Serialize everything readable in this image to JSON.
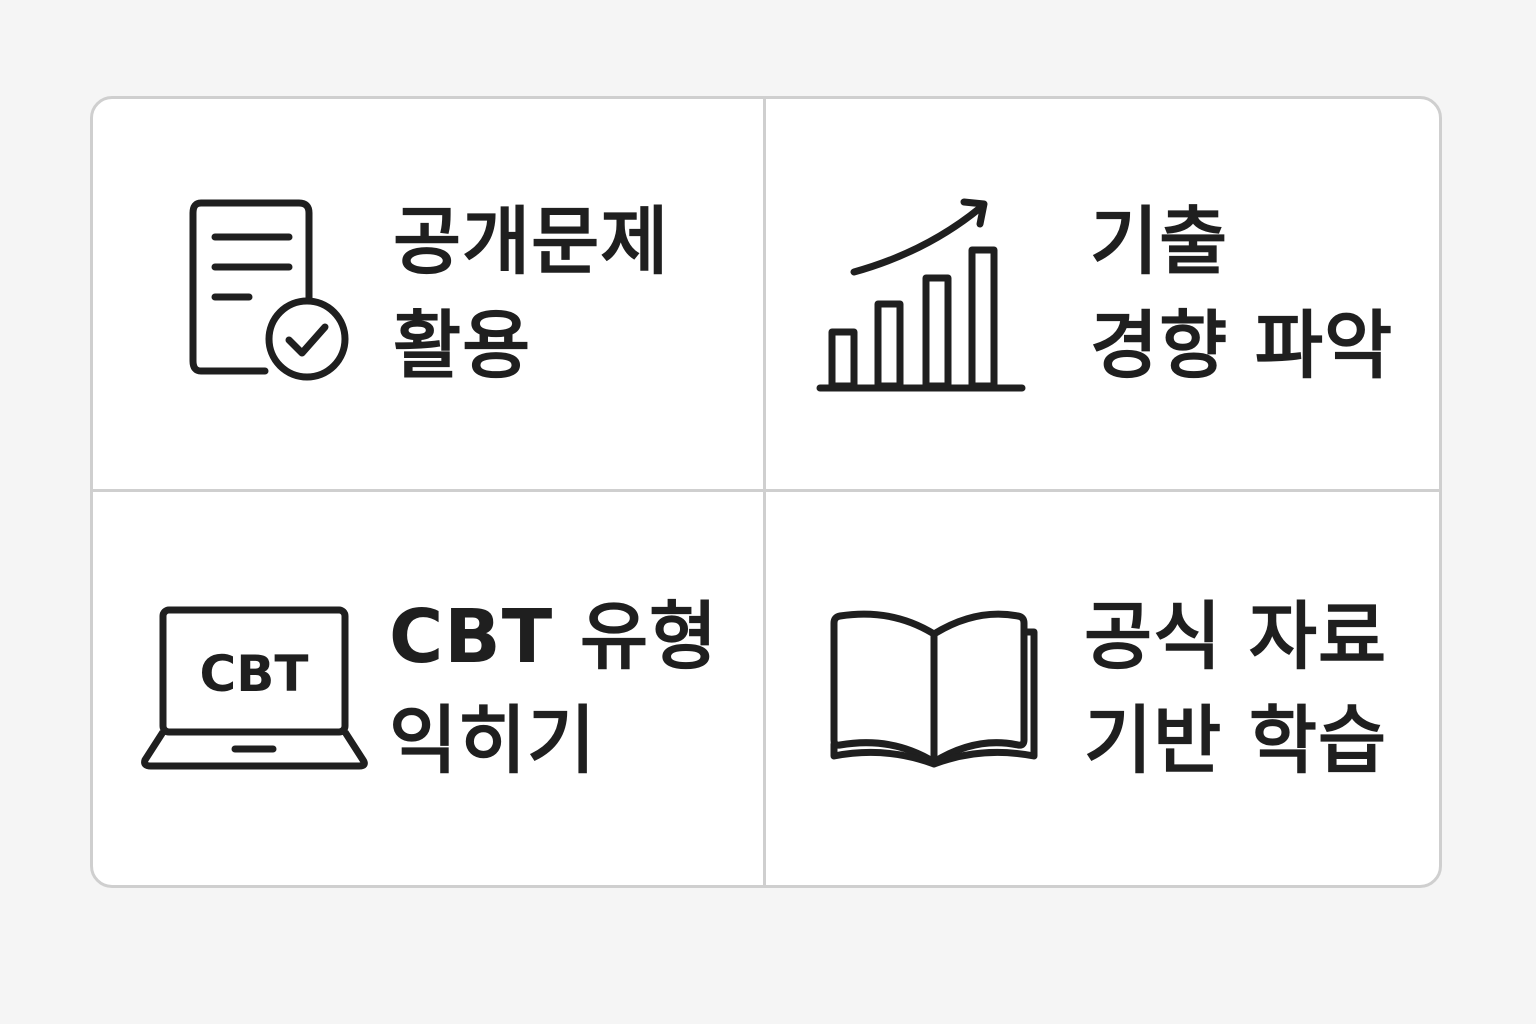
{
  "features": [
    {
      "icon": "document-check-icon",
      "line1": "공개문제",
      "line2": "활용"
    },
    {
      "icon": "bar-chart-trend-icon",
      "line1": "기출",
      "line2": "경향 파악"
    },
    {
      "icon": "laptop-icon",
      "icon_text": "CBT",
      "line1": "CBT 유형",
      "line2": "익히기"
    },
    {
      "icon": "open-book-icon",
      "line1": "공식 자료",
      "line2": "기반 학습"
    }
  ],
  "colors": {
    "background": "#f5f5f5",
    "card": "#ffffff",
    "border": "#cfcfcf",
    "ink": "#1f1f1f"
  }
}
